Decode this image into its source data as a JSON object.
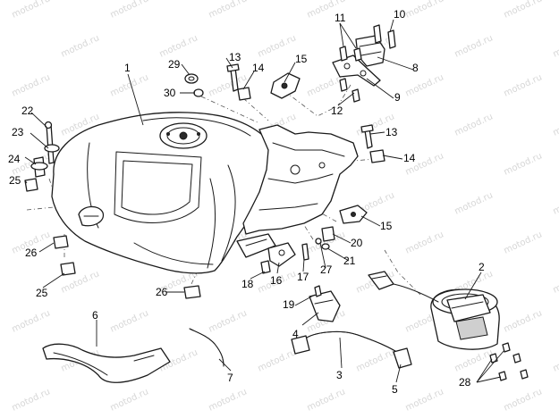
{
  "watermark": "motod.ru",
  "colors": {
    "line": "#1a1a1a",
    "background": "#ffffff",
    "watermark": "#d7d7d7"
  },
  "callouts": [
    {
      "id": "c1",
      "label": "1"
    },
    {
      "id": "c2",
      "label": "2"
    },
    {
      "id": "c3",
      "label": "3"
    },
    {
      "id": "c4",
      "label": "4"
    },
    {
      "id": "c5",
      "label": "5"
    },
    {
      "id": "c6",
      "label": "6"
    },
    {
      "id": "c7",
      "label": "7"
    },
    {
      "id": "c8",
      "label": "8"
    },
    {
      "id": "c9",
      "label": "9"
    },
    {
      "id": "c10",
      "label": "10"
    },
    {
      "id": "c11",
      "label": "11"
    },
    {
      "id": "c12",
      "label": "12"
    },
    {
      "id": "c13a",
      "label": "13"
    },
    {
      "id": "c13b",
      "label": "13"
    },
    {
      "id": "c14a",
      "label": "14"
    },
    {
      "id": "c14b",
      "label": "14"
    },
    {
      "id": "c15a",
      "label": "15"
    },
    {
      "id": "c15b",
      "label": "15"
    },
    {
      "id": "c16",
      "label": "16"
    },
    {
      "id": "c17",
      "label": "17"
    },
    {
      "id": "c18",
      "label": "18"
    },
    {
      "id": "c19",
      "label": "19"
    },
    {
      "id": "c20",
      "label": "20"
    },
    {
      "id": "c21",
      "label": "21"
    },
    {
      "id": "c22",
      "label": "22"
    },
    {
      "id": "c23",
      "label": "23"
    },
    {
      "id": "c24",
      "label": "24"
    },
    {
      "id": "c25a",
      "label": "25"
    },
    {
      "id": "c25b",
      "label": "25"
    },
    {
      "id": "c26a",
      "label": "26"
    },
    {
      "id": "c26b",
      "label": "26"
    },
    {
      "id": "c27",
      "label": "27"
    },
    {
      "id": "c28",
      "label": "28"
    },
    {
      "id": "c29",
      "label": "29"
    },
    {
      "id": "c30",
      "label": "30"
    }
  ]
}
